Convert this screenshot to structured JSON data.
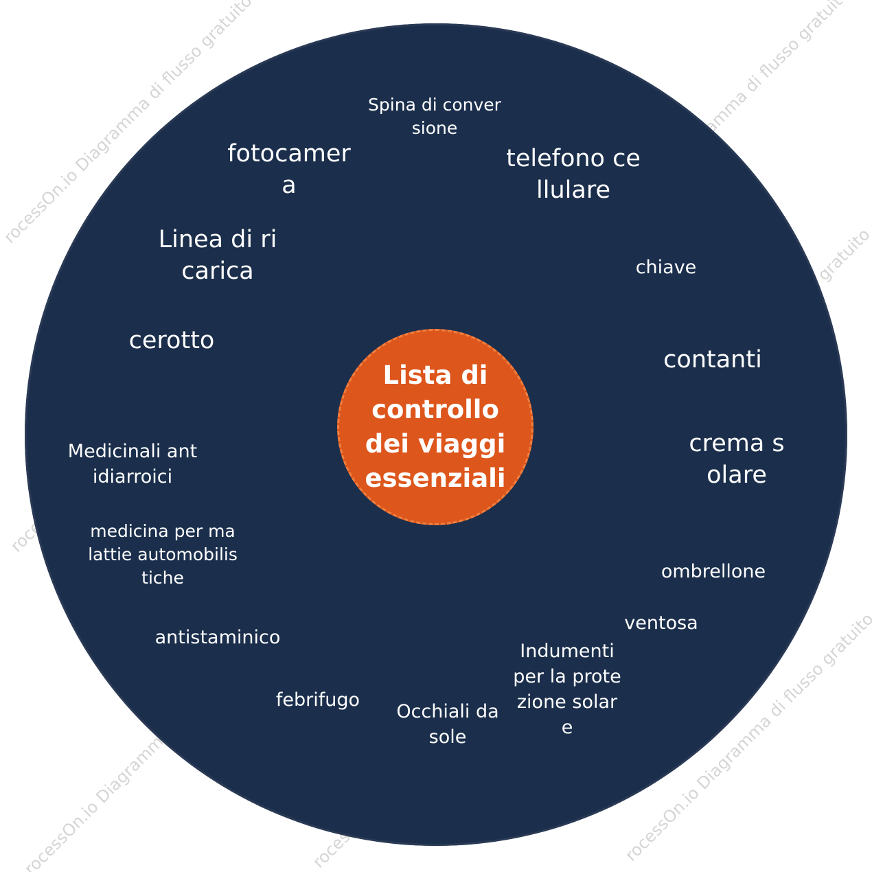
{
  "watermark": "rocessOn.io Diagramma di flusso gratuito",
  "center": {
    "title": "Lista di controllo dei viaggi essenziali"
  },
  "items": [
    {
      "name": "spina-di-conversione",
      "text": "Spina di conversione"
    },
    {
      "name": "fotocamera",
      "text": "fotocamera"
    },
    {
      "name": "telefono-cellulare",
      "text": "telefono cellulare"
    },
    {
      "name": "linea-di-ricarica",
      "text": "Linea di ricarica"
    },
    {
      "name": "chiave",
      "text": "chiave"
    },
    {
      "name": "cerotto",
      "text": "cerotto"
    },
    {
      "name": "contanti",
      "text": "contanti"
    },
    {
      "name": "crema-solare",
      "text": "crema solare"
    },
    {
      "name": "medicinali-antidiarroici",
      "text": "Medicinali antidiarroici"
    },
    {
      "name": "medicina-malattie-automobilistiche",
      "text": "medicina per malattie automobilistiche"
    },
    {
      "name": "ombrellone",
      "text": "ombrellone"
    },
    {
      "name": "ventosa",
      "text": "ventosa"
    },
    {
      "name": "antistaminico",
      "text": "antistaminico"
    },
    {
      "name": "indumenti-protezione-solare",
      "text": "Indumenti per la protezione solare"
    },
    {
      "name": "febrifugo",
      "text": "febrifugo"
    },
    {
      "name": "occhiali-da-sole",
      "text": "Occhiali da sole"
    }
  ],
  "colors": {
    "outer_circle": "#1b2f4c",
    "center_circle": "#dd561c",
    "text": "#ffffff"
  }
}
